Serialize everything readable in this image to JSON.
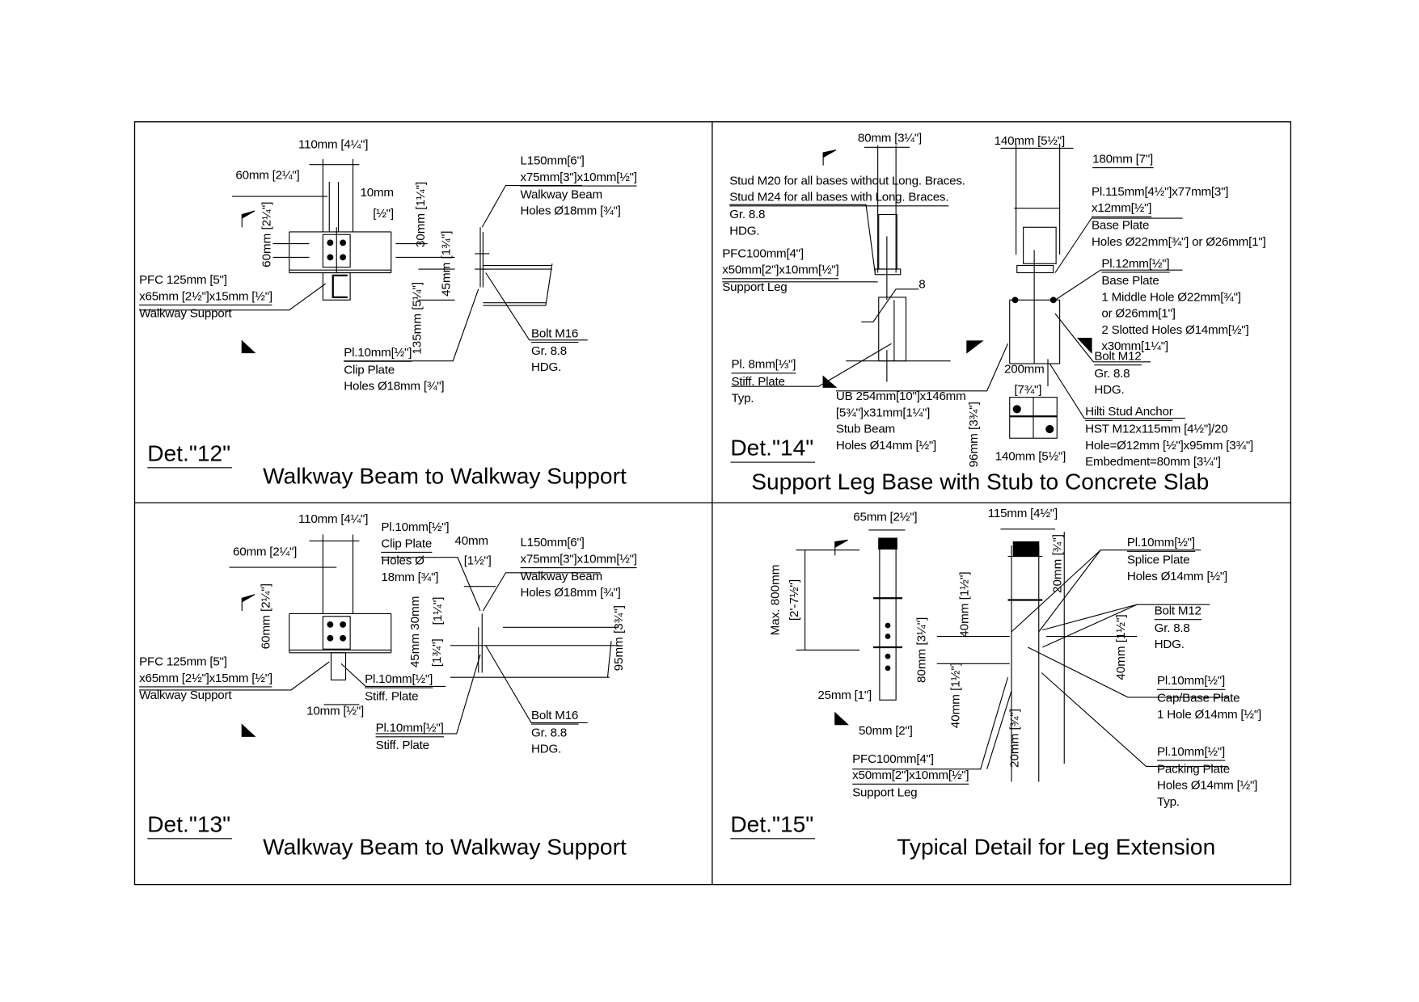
{
  "panels": [
    {
      "det": "Det.\"12\"",
      "title": "Walkway Beam to Walkway Support",
      "labels": [
        [
          "110mm [4¼\"]"
        ],
        [
          "60mm [2¼\"]"
        ],
        [
          "10mm"
        ],
        [
          "[½\"]"
        ],
        [
          "L150mm[6\"]",
          "x75mm[3\"]x10mm[½\"]",
          "Walkway Beam",
          "Holes Ø18mm [¾\"]"
        ],
        [
          "PFC 125mm [5\"]",
          "x65mm [2½\"]x15mm [½\"]",
          "Walkway Support"
        ],
        [
          "Bolt M16",
          "Gr. 8.8",
          "HDG."
        ],
        [
          "Pl.10mm[½\"]",
          "Clip Plate",
          "Holes Ø18mm [¾\"]"
        ]
      ],
      "vertical_dims": [
        "60mm [2¼\"]",
        "30mm [1¼\"]",
        "45mm [1¾\"]",
        "135mm [5¼\"]"
      ]
    },
    {
      "det": "Det.\"14\"",
      "title": "Support Leg Base with Stub to Concrete Slab",
      "labels": [
        [
          "80mm [3¼\"]"
        ],
        [
          "140mm [5½\"]"
        ],
        [
          "180mm [7\"]"
        ],
        [
          "Stud M20 for all bases without Long. Braces.",
          "Stud M24 for all bases with Long. Braces.",
          "Gr. 8.8",
          "HDG."
        ],
        [
          "Pl.115mm[4½\"]x77mm[3\"]",
          "x12mm[½\"]",
          "Base Plate",
          "Holes Ø22mm[¾\"] or Ø26mm[1\"]"
        ],
        [
          "PFC100mm[4\"]",
          "x50mm[2\"]x10mm[½\"]",
          "Support Leg"
        ],
        [
          "Pl.12mm[½\"]",
          "Base Plate",
          "1 Middle Hole Ø22mm[¾\"]",
          "or Ø26mm[1\"]",
          "2 Slotted Holes Ø14mm[½\"]",
          "x30mm[1¼\"]"
        ],
        [
          "8"
        ],
        [
          "Bolt M12",
          "Gr. 8.8",
          "HDG."
        ],
        [
          "Pl. 8mm[⅓\"]",
          "Stiff. Plate",
          "Typ."
        ],
        [
          "200mm"
        ],
        [
          "[7¾\"]"
        ],
        [
          "UB 254mm[10\"]x146mm",
          "[5¾\"]x31mm[1¼\"]",
          "Stub Beam",
          "Holes Ø14mm [½\"]"
        ],
        [
          "Hilti Stud Anchor",
          "HST M12x115mm [4½\"]/20",
          "Hole=Ø12mm [½\"]x95mm [3¾\"]",
          "Embedment=80mm [3¼\"]"
        ],
        [
          "140mm [5½\"]"
        ]
      ],
      "vertical_dims": [
        "96mm [3¾\"]"
      ]
    },
    {
      "det": "Det.\"13\"",
      "title": "Walkway Beam to Walkway Support",
      "labels": [
        [
          "110mm [4¼\"]"
        ],
        [
          "60mm [2¼\"]"
        ],
        [
          "Pl.10mm[½\"]",
          "Clip Plate",
          "Holes Ø",
          "18mm [¾\"]"
        ],
        [
          "40mm"
        ],
        [
          "[1½\"]"
        ],
        [
          "L150mm[6\"]",
          "x75mm[3\"]x10mm[½\"]",
          "Walkway Beam",
          "Holes Ø18mm [¾\"]"
        ],
        [
          "PFC 125mm [5\"]",
          "x65mm [2½\"]x15mm [½\"]",
          "Walkway Support"
        ],
        [
          "Pl.10mm[½\"]",
          "Stiff. Plate"
        ],
        [
          "10mm [½\"]"
        ],
        [
          "Pl.10mm[½\"]",
          "Stiff. Plate"
        ],
        [
          "Bolt M16",
          "Gr. 8.8",
          "HDG."
        ]
      ],
      "vertical_dims": [
        "60mm [2¼\"]",
        "45mm 30mm",
        "[1¼\"]",
        "[1¾\"]",
        "95mm [3¾\"]"
      ]
    },
    {
      "det": "Det.\"15\"",
      "title": "Typical Detail for Leg Extension",
      "labels": [
        [
          "65mm [2½\"]"
        ],
        [
          "115mm [4½\"]"
        ],
        [
          "Pl.10mm[½\"]",
          "Splice Plate",
          "Holes Ø14mm [½\"]"
        ],
        [
          "Bolt M12",
          "Gr. 8.8",
          "HDG."
        ],
        [
          "25mm [1\"]"
        ],
        [
          "50mm [2\"]"
        ],
        [
          "Pl.10mm[½\"]",
          "Cap/Base Plate",
          "1 Hole Ø14mm [½\"]"
        ],
        [
          "PFC100mm[4\"]",
          "x50mm[2\"]x10mm[½\"]",
          "Support Leg"
        ],
        [
          "Pl.10mm[½\"]",
          "Packing Plate",
          "Holes Ø14mm [½\"]",
          "Typ."
        ]
      ],
      "vertical_dims": [
        "Max. 800mm",
        "[2'-7½\"]",
        "20mm [¾\"]",
        "40mm [1½\"]",
        "80mm [3¼\"]",
        "40mm [1½\"]",
        "40mm [1½\"]",
        "20mm [¾\"]"
      ]
    }
  ]
}
